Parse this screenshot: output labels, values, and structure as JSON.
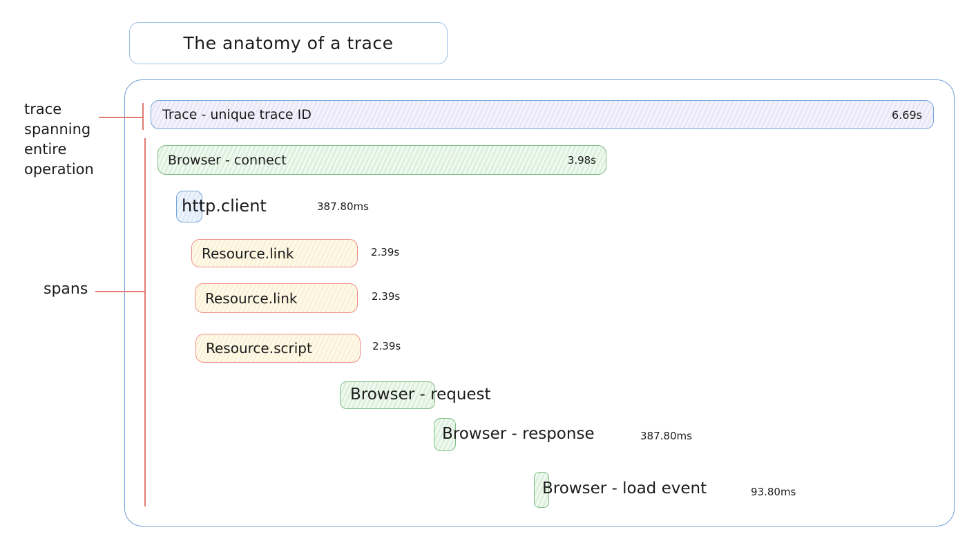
{
  "title": "The anatomy of a trace",
  "annotations": {
    "trace_lines": [
      "trace",
      "spanning",
      "entire",
      "operation"
    ],
    "spans_label": "spans"
  },
  "spans": {
    "trace": {
      "label": "Trace - unique trace ID",
      "duration": "6.69s"
    },
    "connect": {
      "label": "Browser - connect",
      "duration": "3.98s"
    },
    "http_client": {
      "label": "http.client",
      "duration": "387.80ms"
    },
    "resource_link_1": {
      "label": "Resource.link",
      "duration": "2.39s"
    },
    "resource_link_2": {
      "label": "Resource.link",
      "duration": "2.39s"
    },
    "resource_script": {
      "label": "Resource.script",
      "duration": "2.39s"
    },
    "request": {
      "label": "Browser - request"
    },
    "response": {
      "label": "Browser - response",
      "duration": "387.80ms"
    },
    "load_event": {
      "label": "Browser - load event",
      "duration": "93.80ms"
    }
  },
  "colors": {
    "container_border_blue": "#6f9ed6",
    "bar_border_blue": "#76a5da",
    "violet_fill": "#e9e6f7",
    "green_border": "#7cbd85",
    "green_fill": "#ddefdd",
    "yellow_fill": "#fcf1d5",
    "red_border": "#ef8f8a",
    "annotation_red": "#e57a72",
    "text": "#1b1b1b"
  }
}
